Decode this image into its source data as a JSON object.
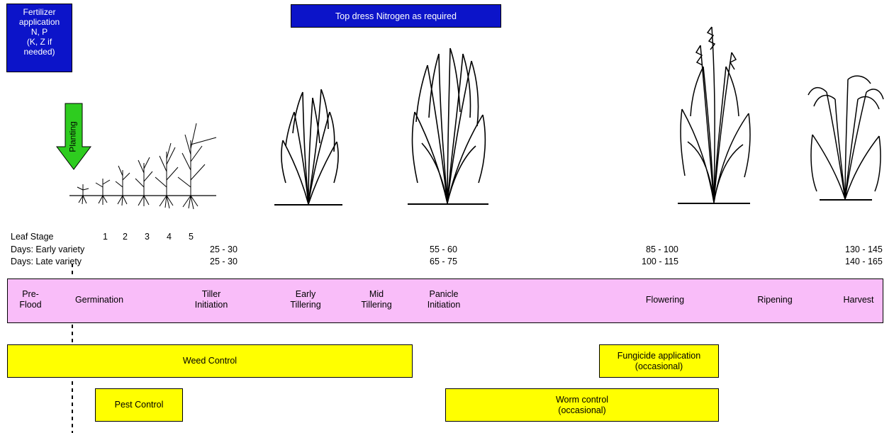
{
  "fertilizer_box": {
    "lines": [
      "Fertilizer",
      "application",
      "N, P",
      "(K, Z if",
      "needed)"
    ]
  },
  "top_dress_box": {
    "label": "Top dress Nitrogen as required"
  },
  "planting_arrow": {
    "label": "Planting",
    "color": "#2ecc1f"
  },
  "leaf_stage": {
    "label": "Leaf Stage",
    "numbers": [
      "1",
      "2",
      "3",
      "4",
      "5"
    ]
  },
  "days_early": {
    "label": "Days: Early variety",
    "values": [
      "25 - 30",
      "55 - 60",
      "85 - 100",
      "130 - 145"
    ]
  },
  "days_late": {
    "label": "Days: Late variety",
    "values": [
      "25 - 30",
      "65 - 75",
      "100 - 115",
      "140 - 165"
    ]
  },
  "stage_band": {
    "color": "#f9bdf9",
    "stages": [
      "Pre-\nFlood",
      "Germination",
      "Tiller\nInitiation",
      "Early\nTillering",
      "Mid\nTillering",
      "Panicle\nInitiation",
      "Flowering",
      "Ripening",
      "Harvest"
    ]
  },
  "controls": {
    "weed_control": "Weed Control",
    "fungicide": "Fungicide application\n(occasional)",
    "pest_control": "Pest Control",
    "worm_control": "Worm control\n(occasional)"
  },
  "colors": {
    "blue": "#0c14c9",
    "yellow": "#ffff00",
    "pink": "#f9bdf9",
    "green": "#2ecc1f"
  }
}
